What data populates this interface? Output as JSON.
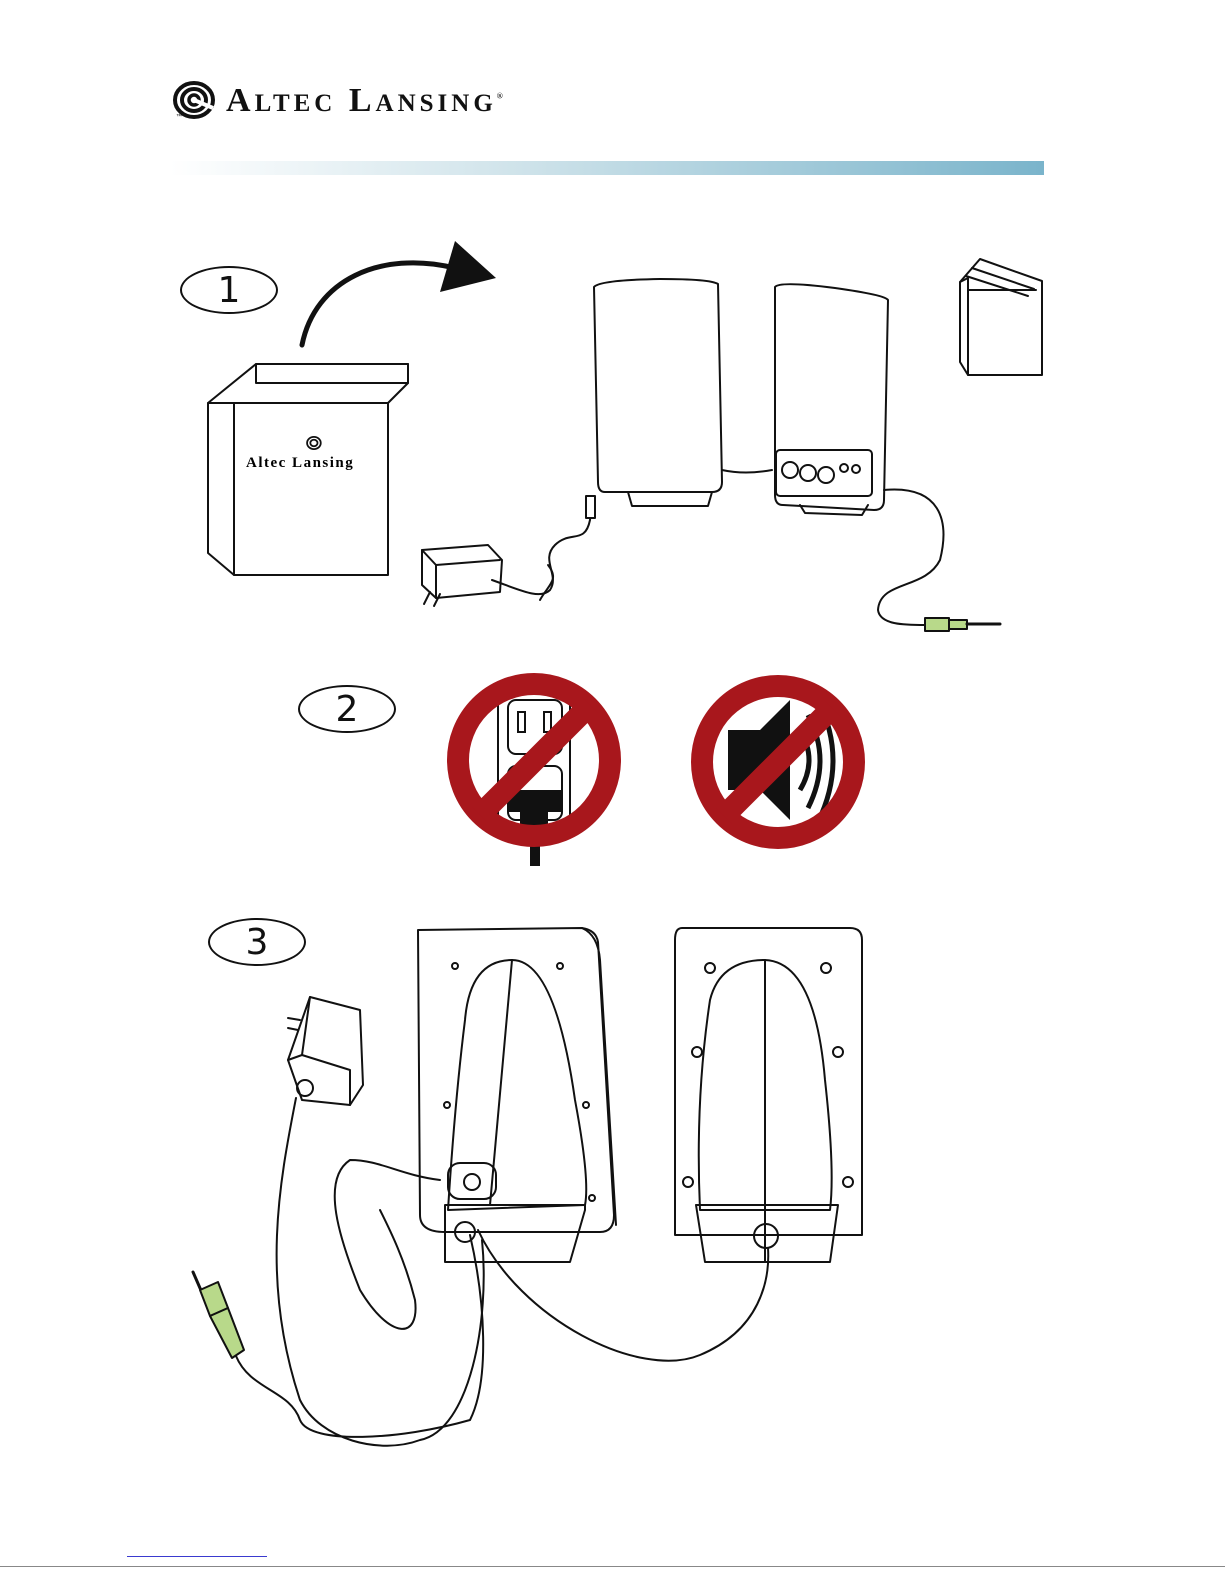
{
  "brand": {
    "name_first_initial": "A",
    "name_first_rest": "LTEC",
    "name_second_initial": "L",
    "name_second_rest": "ANSING",
    "trademark": "™",
    "registered": "®"
  },
  "steps": [
    {
      "number": "1"
    },
    {
      "number": "2"
    },
    {
      "number": "3"
    }
  ],
  "box": {
    "brand_text": "Altec Lansing"
  },
  "colors": {
    "header_gradient_start": "#ffffff",
    "header_gradient_end": "#7ab4cb",
    "prohibition_red": "#a8171c",
    "jack_green": "#b8d98a",
    "line": "#111111"
  },
  "icons": {
    "logo": "spiral-logo-icon",
    "unpack_arrow": "curved-arrow-icon",
    "no_outlet": "no-plug-icon",
    "no_sound": "no-volume-icon"
  }
}
